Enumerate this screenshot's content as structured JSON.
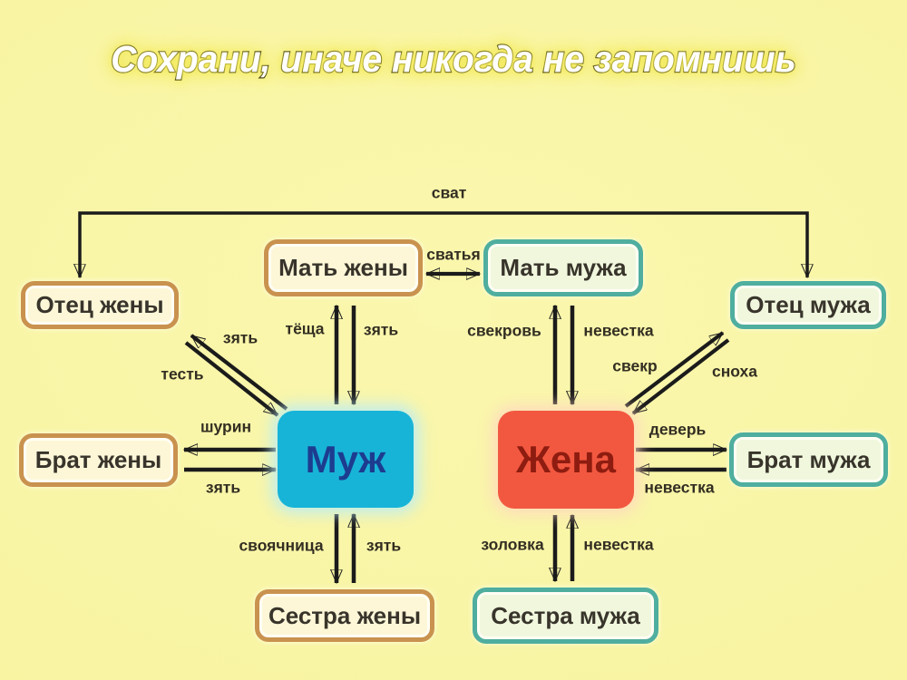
{
  "title": "Сохрани, иначе никогда не запомнишь",
  "diagram": {
    "nodes": {
      "father_wife": "Отец жены",
      "mother_wife": "Мать жены",
      "mother_husband": "Мать мужа",
      "father_husband": "Отец мужа",
      "brother_wife": "Брат жены",
      "husband": "Муж",
      "wife": "Жена",
      "brother_husband": "Брат мужа",
      "sister_wife": "Сестра жены",
      "sister_husband": "Сестра мужа"
    },
    "edge_labels": {
      "svat": "сват",
      "svatya": "сватья",
      "tescha": "тёща",
      "zyat_mother": "зять",
      "svekrov": "свекровь",
      "nevestka_mother": "невестка",
      "zyat_father": "зять",
      "test": "тесть",
      "svekr": "свекр",
      "snokha": "сноха",
      "shurin": "шурин",
      "zyat_brother": "зять",
      "dever": "деверь",
      "nevestka_brother": "невестка",
      "svoyachnitsa": "своячница",
      "zyat_sister": "зять",
      "zolovka": "золовка",
      "nevestka_sister": "невестка"
    },
    "colors": {
      "background": "#f8f4a2",
      "husband_fill": "#17b4d8",
      "husband_text": "#1d3c8f",
      "wife_fill": "#f25840",
      "wife_text": "#8e1c10",
      "wife_side_border": "#c9924f",
      "husband_side_border": "#4fae9f",
      "box_fill_cream": "#fdf7d8",
      "box_fill_mint": "#f0f7dd",
      "arrow": "#1b1b1b"
    }
  }
}
